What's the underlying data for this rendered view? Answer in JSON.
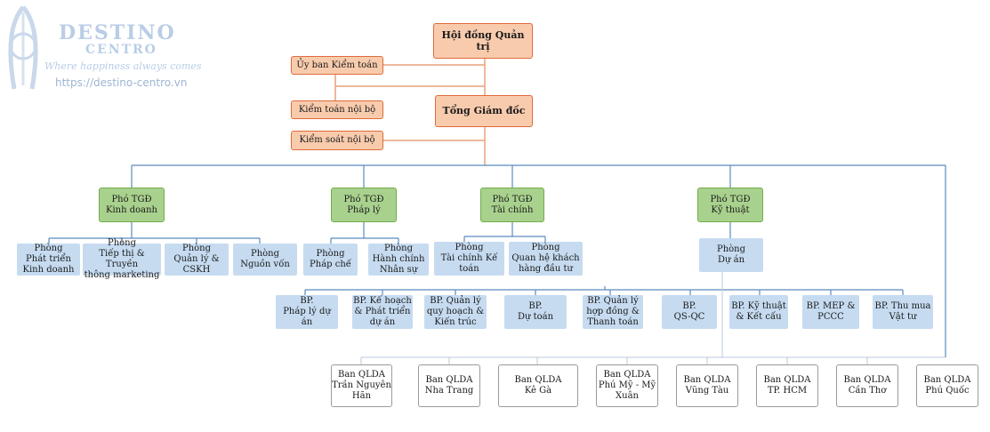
{
  "watermark": {
    "title": "DESTINO",
    "subtitle": "CENTRO",
    "slogan": "Where happiness always comes",
    "url": "https://destino-centro.vn"
  },
  "nodes": {
    "board": "Hội đồng Quản trị",
    "audit_committee": "Ủy ban Kiểm toán",
    "internal_audit": "Kiểm toán nội bộ",
    "ceo": "Tổng Giám đốc",
    "internal_control": "Kiểm soát nội bộ",
    "vp_business": "Phó TGĐ\nKinh doanh",
    "vp_legal": "Phó TGĐ\nPháp lý",
    "vp_finance": "Phó TGĐ\nTài chính",
    "vp_technical": "Phó TGĐ\nKỹ thuật",
    "dept_business_dev": "Phòng\nPhát triển\nKinh doanh",
    "dept_marketing": "Phòng\nTiếp thị & Truyền\nthông marketing",
    "dept_cskh": "Phòng\nQuản lý &\nCSKH",
    "dept_capital": "Phòng\nNguồn vốn",
    "dept_legal": "Phòng\nPháp chế",
    "dept_hr": "Phòng\nHành chính\nNhân sự",
    "dept_accounting": "Phòng\nTài chính Kế\ntoán",
    "dept_investor": "Phòng\nQuan hệ khách\nhàng đầu tư",
    "dept_projects": "Phòng\nDự án",
    "bp_legal": "BP.\nPháp lý dự án",
    "bp_planning": "BP. Kế hoạch\n& Phát triển\ndự án",
    "bp_zoning": "BP. Quản lý\nquy hoạch &\nKiến trúc",
    "bp_estimate": "BP.\nDự toán",
    "bp_contracts": "BP. Quản lý\nhợp đồng &\nThanh toán",
    "bp_qsqc": "BP.\nQS-QC",
    "bp_structure": "BP. Kỹ thuật\n& Kết cấu",
    "bp_mep": "BP. MEP &\nPCCC",
    "bp_purchasing": "BP. Thu mua\nVật tư",
    "pm_tran_nguyen_han": "Ban QLDA\nTrần Nguyên\nHãn",
    "pm_nha_trang": "Ban QLDA\nNha Trang",
    "pm_ke_ga": "Ban QLDA\nKê Gà",
    "pm_phu_my": "Ban QLDA\nPhú Mỹ - Mỹ\nXuân",
    "pm_vung_tau": "Ban QLDA\nVũng Tàu",
    "pm_hcm": "Ban QLDA\nTP. HCM",
    "pm_can_tho": "Ban QLDA\nCần Thơ",
    "pm_phu_quoc": "Ban QLDA\nPhú Quốc"
  },
  "colors": {
    "executive_fill": "#f8cbad",
    "executive_border": "#e06b3a",
    "vice_president_fill": "#a9d18e",
    "department_fill": "#c6dbf0",
    "connector": "#5b8bbd"
  }
}
